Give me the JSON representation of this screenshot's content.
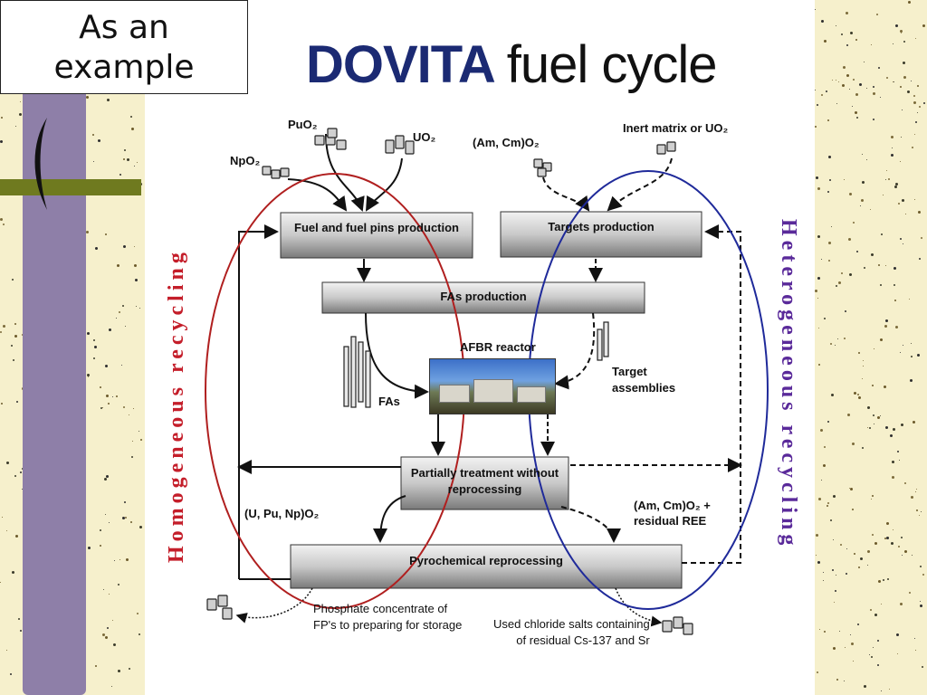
{
  "corner_note": {
    "line1": "As an",
    "line2": "example"
  },
  "title": {
    "highlight": "DOVITA",
    "rest": "fuel cycle"
  },
  "side_labels": {
    "left": "Homogeneous recycling",
    "right": "Heterogeneous recycling"
  },
  "colors": {
    "left_ellipse": "#b01f1f",
    "right_ellipse": "#1f2a9a",
    "left_label": "#c41e2a",
    "right_label": "#5a2a9a"
  },
  "inputs": {
    "puo2": "PuO₂",
    "uo2": "UO₂",
    "npo2": "NpO₂",
    "amcm": "(Am, Cm)O₂",
    "inert": "Inert matrix or UO₂"
  },
  "boxes": {
    "fuel_pins": "Fuel and fuel pins production",
    "targets": "Targets production",
    "fas_production": "FAs production",
    "partial_line1": "Partially treatment without",
    "partial_line2": "reprocessing",
    "pyro": "Pyrochemical  reprocessing"
  },
  "labels": {
    "reactor": "AFBR reactor",
    "fas": "FAs",
    "target_line1": "Target",
    "target_line2": "assemblies",
    "upunp": "(U, Pu, Np)O₂",
    "amcm_ree_line1": "(Am, Cm)O₂ +",
    "amcm_ree_line2": "residual REE",
    "phosphate_line1": "Phosphate concentrate of",
    "phosphate_line2": "FP's to preparing for storage",
    "chloride_line1": "Used chloride salts containing",
    "chloride_line2": "of residual Cs-137 and Sr"
  }
}
